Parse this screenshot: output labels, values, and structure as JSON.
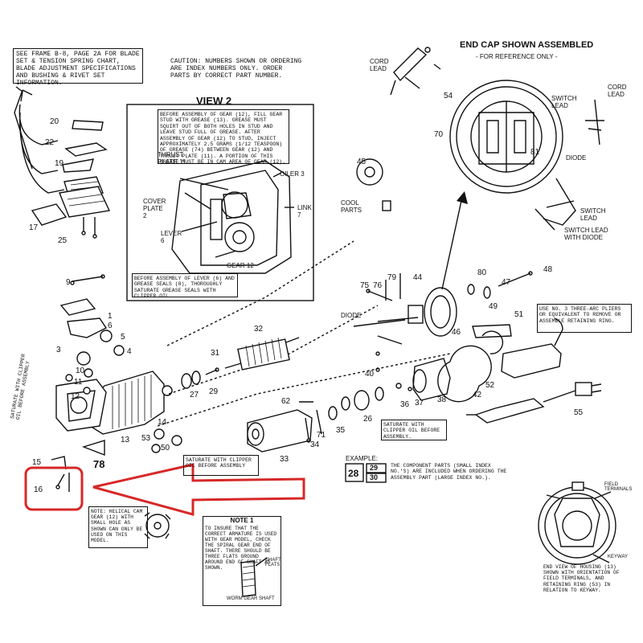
{
  "notes": {
    "top_left": "SEE FRAME B-8, PAGE 2A FOR BLADE SET & TENSION SPRING CHART, BLADE ADJUSTMENT SPECIFICATIONS AND BUSHING & RIVET SET INFORMATION.",
    "caution": "CAUTION: NUMBERS SHOWN OR ORDERING ARE INDEX NUMBERS ONLY. ORDER PARTS BY CORRECT PART NUMBER.",
    "view2_title": "VIEW 2",
    "view2_text": "BEFORE ASSEMBLY OF GEAR (12), FILL GEAR STUD WITH GREASE (13). GREASE MUST SQUIRT OUT OF BOTH HOLES IN STUD AND LEAVE STUD FULL OF GREASE. AFTER ASSEMBLY OF GEAR (12) TO STUD, INJECT APPROXIMATELY 2.5 GRAMS (1/12 TEASPOON) OF GREASE (74) BETWEEN GEAR (12) AND THRUST PLATE (11). A PORTION OF THIS GREASE MUST BE IN CAM AREA OF GEAR (12).",
    "view2_bottom": "BEFORE ASSEMBLY OF LEVER (6) AND GREASE SEALS (8), THOROUGHLY SATURATE GREASE SEALS WITH CLIPPER OIL.",
    "end_cap_title": "END CAP SHOWN ASSEMBLED",
    "end_cap_sub": "- FOR REFERENCE ONLY -",
    "three_tab": "USE NO. 3 THREE-ARC PLIERS OR EQUIVALENT TO REMOVE OR ASSEMBLE RETAINING RING.",
    "saturate_left": "SATURATE WITH CLIPPER OIL BEFORE ASSEMBLY",
    "saturate_mid": "SATURATE WITH CLIPPER OIL BEFORE ASSEMBLY",
    "saturate_right": "SATURATE WITH CLIPPER OIL BEFORE ASSEMBLY.",
    "example_label": "EXAMPLE:",
    "example_text": "THE COMPONENT PARTS (SMALL INDEX NO.'S) ARE INCLUDED WHEN ORDERING THE ASSEMBLY PART (LARGE INDEX NO.).",
    "note_helical": "NOTE: HELICAL CAM GEAR (12) WITH SMALL HOLE AS SHOWN CAN ONLY BE USED ON THIS MODEL.",
    "note1_title": "NOTE 1",
    "note1_text": "TO INSURE THAT THE CORRECT ARMATURE IS USED WITH GEAR MODEL, CHECK THE SPIRAL GEAR END OF SHAFT. THERE SHOULD BE THREE FLATS GROUND AROUND END OF SHAFT AS SHOWN.",
    "shaft_flats": "SHAFT FLATS",
    "worm_gear": "WORM GEAR SHAFT",
    "field_bottom": "END VIEW OF HOUSING (13) SHOWN WITH ORIENTATION OF FIELD TERMINALS, AND RETAINING RING (53) IN RELATION TO KEYWAY.",
    "field_terminals": "FIELD TERMINALS",
    "keyway": "KEYWAY"
  },
  "labels": {
    "cord_lead": "CORD LEAD",
    "cord_lead2": "CORD LEAD",
    "switch_lead": "SWITCH LEAD",
    "switch_lead2": "SWITCH LEAD",
    "switch_lead_diode": "SWITCH LEAD WITH DIODE",
    "diode": "DIODE",
    "diode2": "DIODE",
    "cool_parts": "COOL PARTS",
    "thrust_plate": "THRUST PLATE 11",
    "oiler": "OILER 3",
    "cover_plate": "COVER PLATE 2",
    "link": "LINK 7",
    "lever": "LEVER 6",
    "gear": "GEAR 12"
  },
  "example_numbers": {
    "big": "28",
    "small_top": "29",
    "small_bottom": "30"
  },
  "part_numbers": {
    "n20": "20",
    "n22": "22",
    "n19": "19",
    "n17": "17",
    "n25": "25",
    "n9": "9",
    "n1": "1",
    "n6": "6",
    "n5": "5",
    "n4": "4",
    "n3": "3",
    "n10": "10",
    "n11": "11",
    "n12": "12",
    "n13": "13",
    "n14": "14",
    "n15": "15",
    "n16": "16",
    "n78": "78",
    "n50": "50",
    "n53": "53",
    "n31": "31",
    "n29": "29",
    "n27": "27",
    "n32": "32",
    "n62": "62",
    "n71": "71",
    "n33": "33",
    "n34": "34",
    "n35": "35",
    "n26": "26",
    "n36": "36",
    "n37": "37",
    "n38": "38",
    "n40": "40",
    "n42": "42",
    "n52": "52",
    "n55": "55",
    "n51": "51",
    "n49": "49",
    "n48": "48",
    "n47": "47",
    "n80": "80",
    "n46": "46",
    "n44": "44",
    "n79": "79",
    "n75": "75",
    "n76": "76",
    "n45": "45",
    "n54": "54",
    "n70": "70",
    "n81": "81"
  },
  "colors": {
    "ink": "#111111",
    "highlight": "#d62828",
    "paper": "#ffffff"
  },
  "icons": {
    "arrow": "red-outline-arrow",
    "callout": "red-rounded-rectangle"
  }
}
